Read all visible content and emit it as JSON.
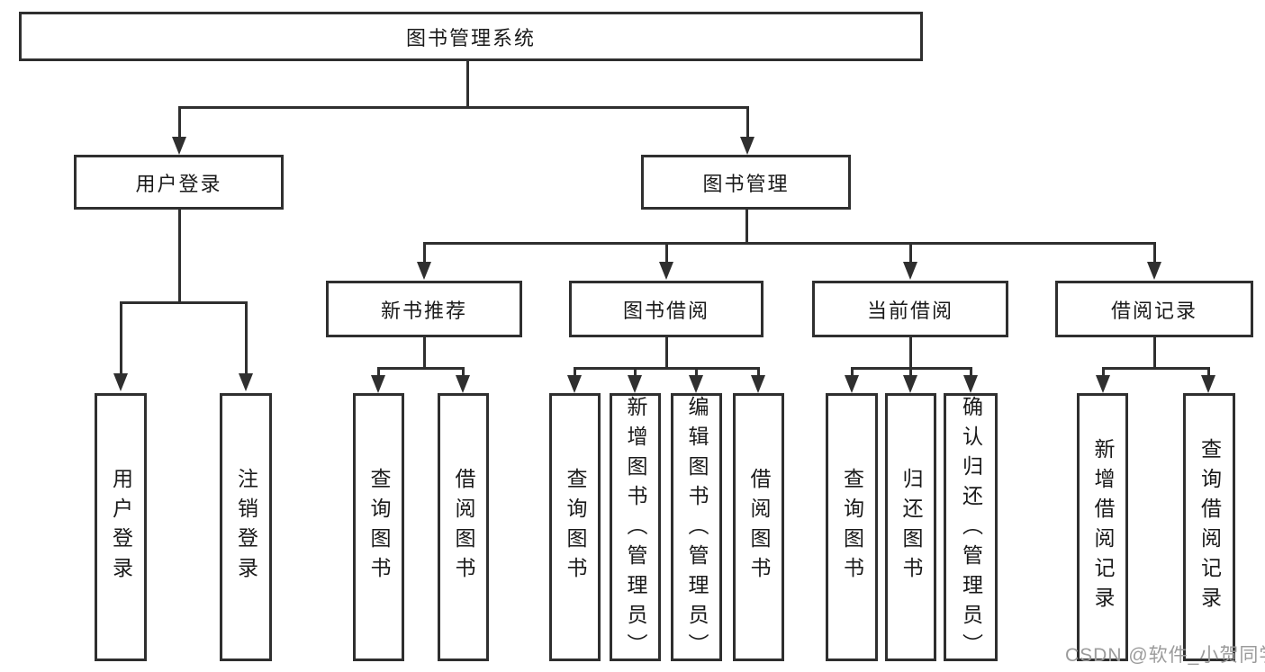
{
  "diagram": {
    "root": {
      "label": "图书管理系统"
    },
    "level2": {
      "user_login": {
        "label": "用户登录"
      },
      "book_mgmt": {
        "label": "图书管理"
      }
    },
    "level3": {
      "new_book_rec": {
        "label": "新书推荐"
      },
      "book_borrow": {
        "label": "图书借阅"
      },
      "current_borrow": {
        "label": "当前借阅"
      },
      "borrow_record": {
        "label": "借阅记录"
      }
    },
    "leaves": {
      "user_login": {
        "label": "用户登录"
      },
      "logout": {
        "label": "注销登录"
      },
      "rec_query_book": {
        "label": "查询图书"
      },
      "rec_borrow_book": {
        "label": "借阅图书"
      },
      "bb_query_book": {
        "label": "查询图书"
      },
      "bb_add_book": {
        "label": "新增图书（管理员）"
      },
      "bb_edit_book": {
        "label": "编辑图书（管理员）"
      },
      "bb_borrow_book": {
        "label": "借阅图书"
      },
      "cb_query_book": {
        "label": "查询图书"
      },
      "cb_return_book": {
        "label": "归还图书"
      },
      "cb_confirm_return": {
        "label": "确认归还（管理员）"
      },
      "br_add_record": {
        "label": "新增借阅记录"
      },
      "br_query_record": {
        "label": "查询借阅记录"
      }
    }
  },
  "watermark": {
    "text": "CSDN @软件_小贺同学"
  },
  "colors": {
    "line": "#2f2f2f",
    "text": "#1a1a1a",
    "watermark": "#9b9b9b",
    "background": "#ffffff"
  }
}
